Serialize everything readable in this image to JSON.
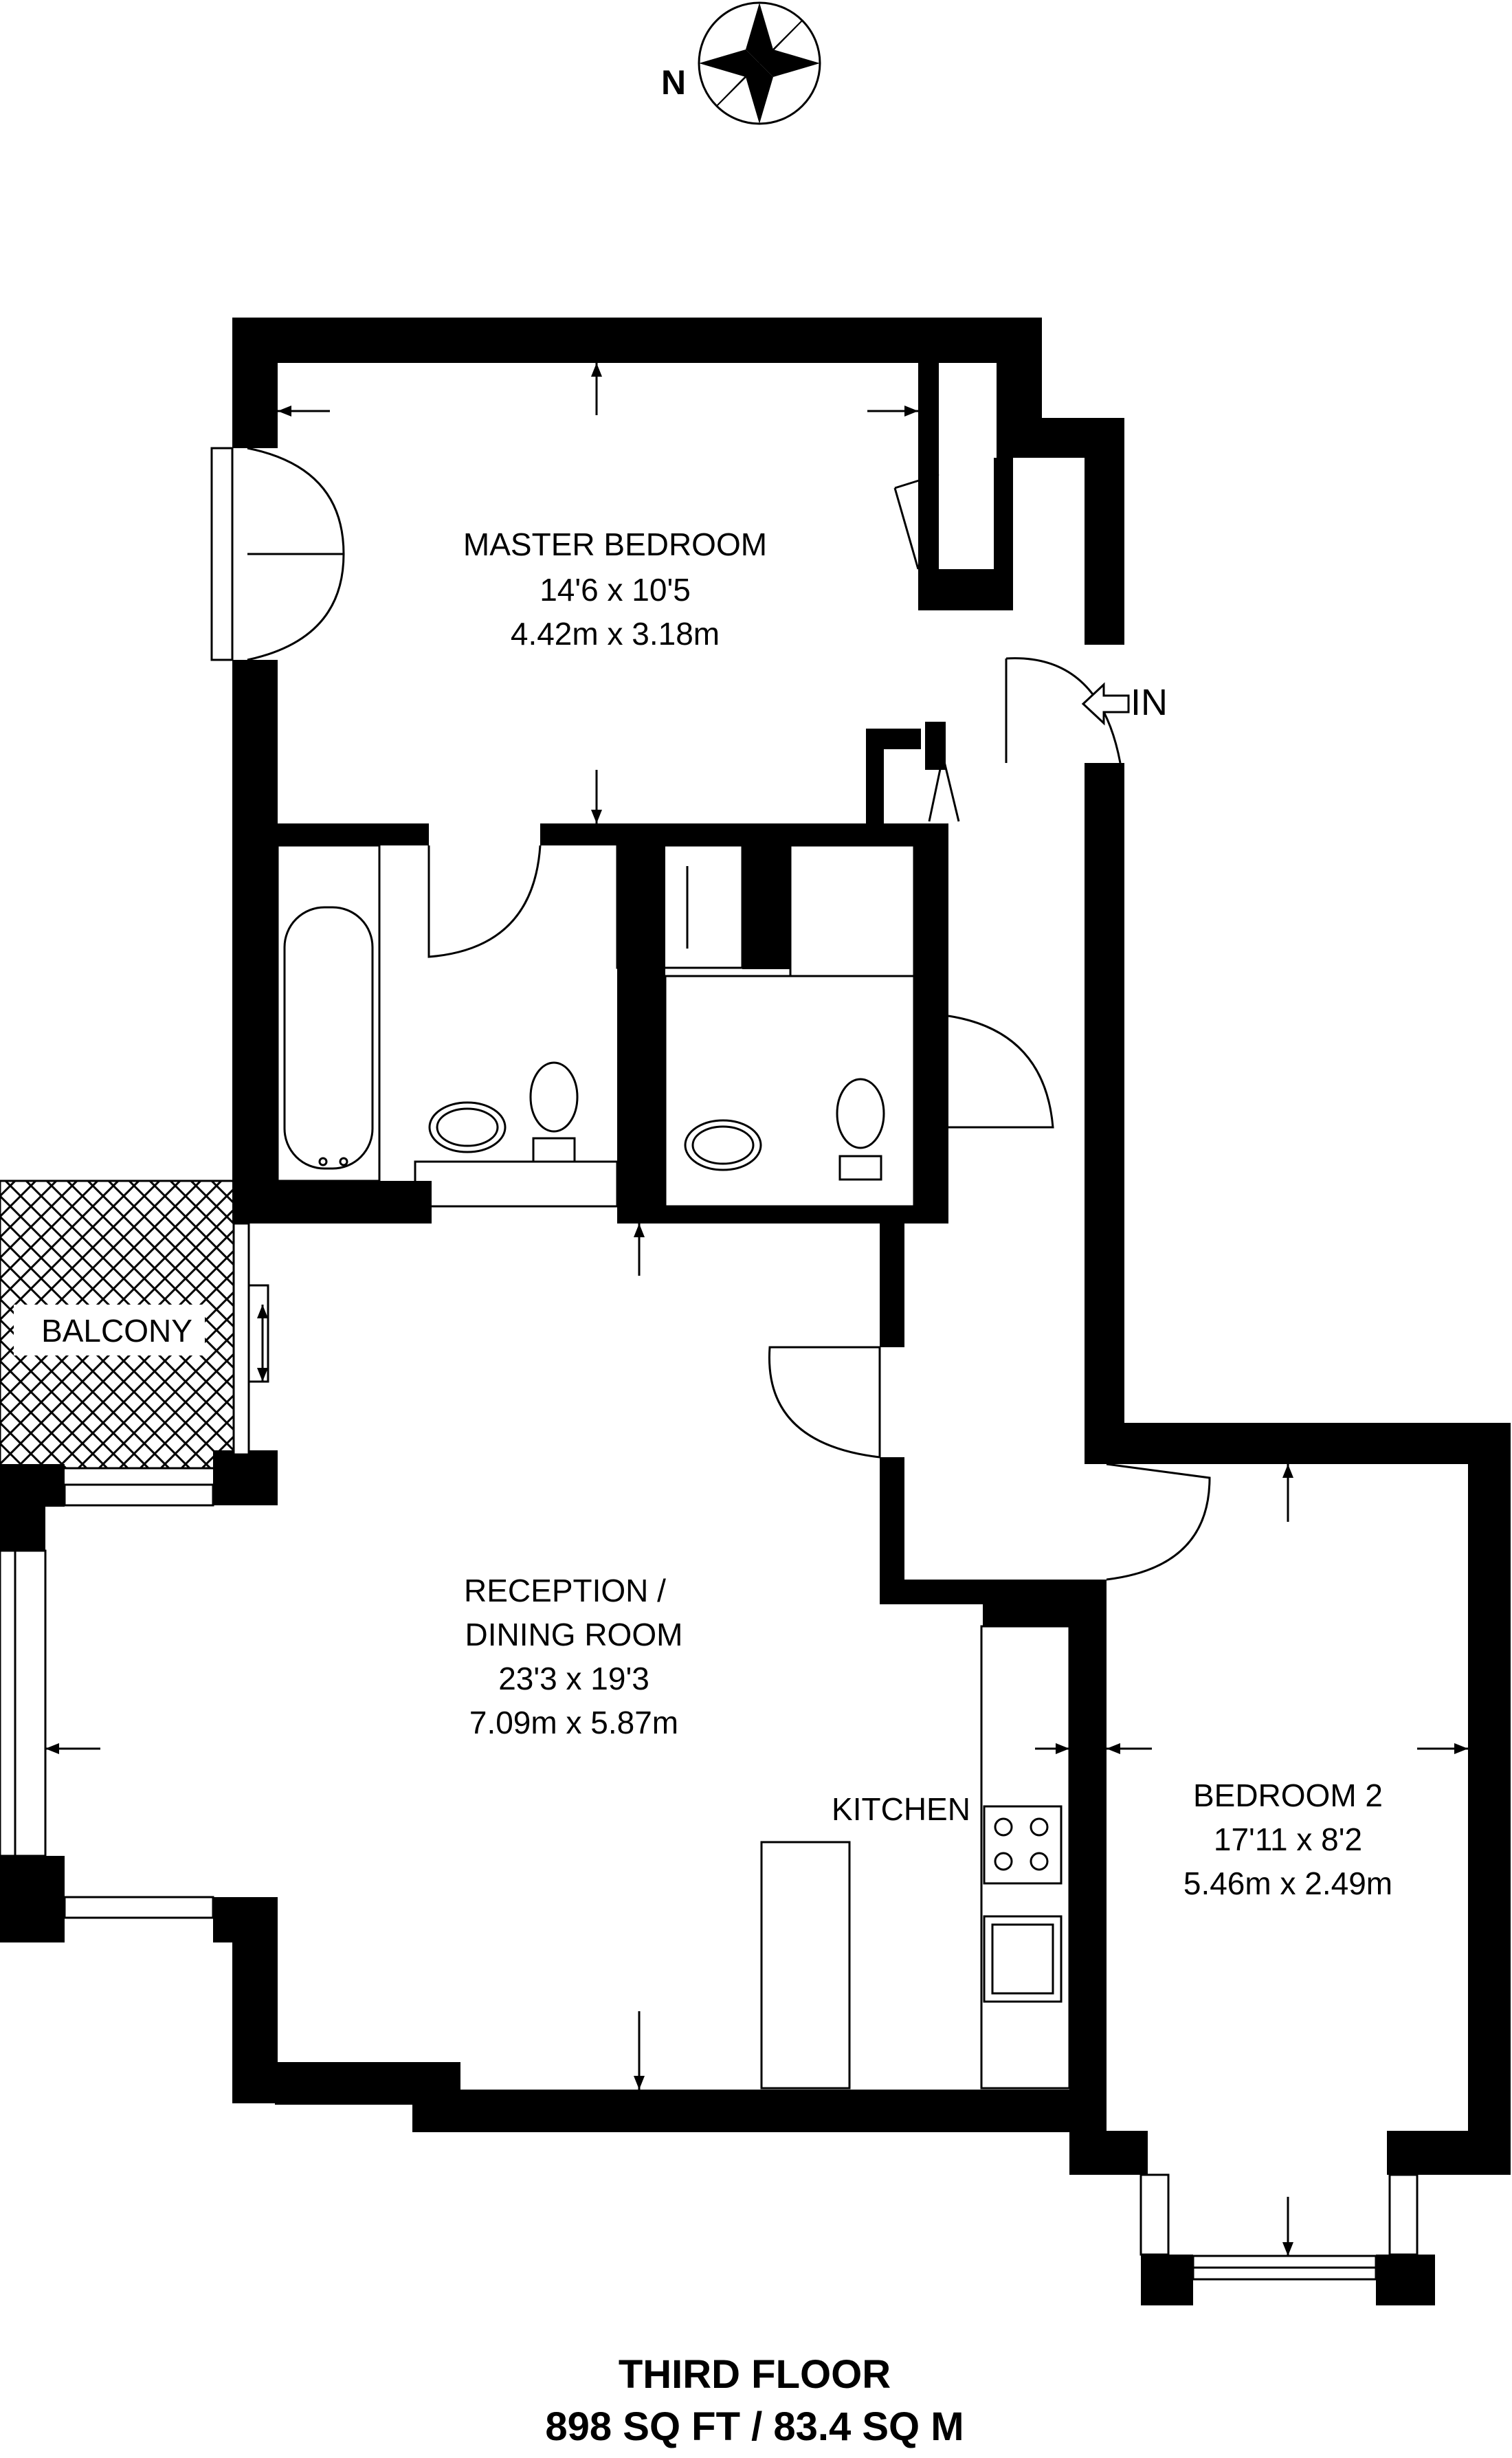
{
  "compass": {
    "north_label": "N"
  },
  "entrance": {
    "label": "IN"
  },
  "rooms": {
    "master_bedroom": {
      "name": "MASTER BEDROOM",
      "imperial": "14'6 x 10'5",
      "metric": "4.42m x 3.18m"
    },
    "balcony": {
      "name": "BALCONY"
    },
    "reception": {
      "name_line1": "RECEPTION /",
      "name_line2": "DINING ROOM",
      "imperial": "23'3 x 19'3",
      "metric": "7.09m x 5.87m"
    },
    "kitchen": {
      "name": "KITCHEN"
    },
    "bedroom2": {
      "name": "BEDROOM 2",
      "imperial": "17'11 x 8'2",
      "metric": "5.46m x 2.49m"
    }
  },
  "footer": {
    "floor": "THIRD FLOOR",
    "area": "898 SQ FT / 83.4 SQ M"
  }
}
